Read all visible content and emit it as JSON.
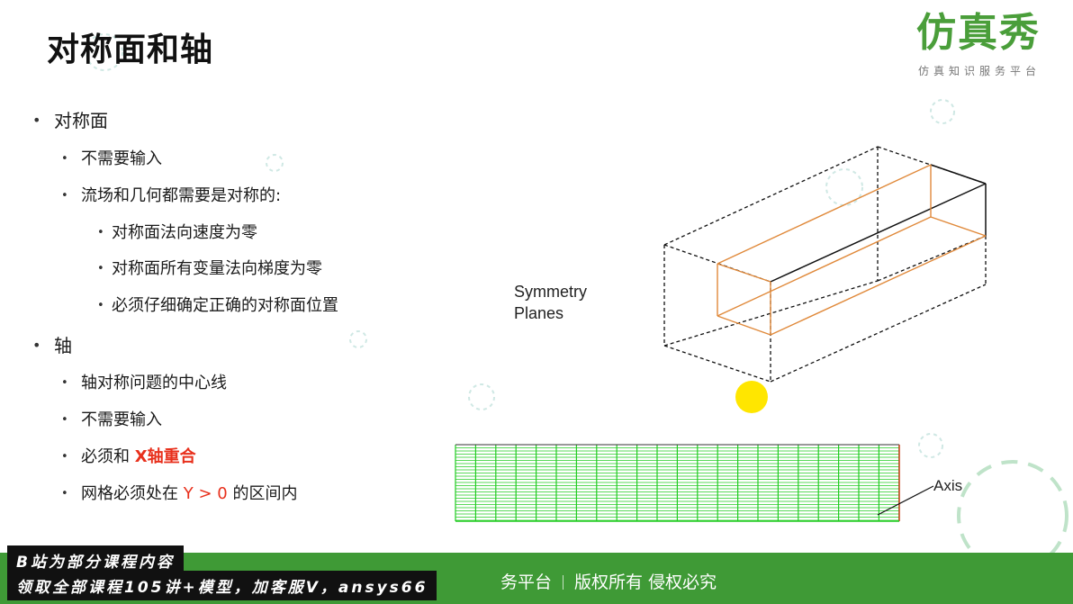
{
  "title": "对称面和轴",
  "logo": {
    "main": "仿真秀",
    "sub": "仿真知识服务平台"
  },
  "bullets": {
    "symmetry": {
      "label": "对称面",
      "no_input": "不需要输入",
      "must_symmetric": "流场和几何都需要是对称的:",
      "normal_velocity": "对称面法向速度为零",
      "normal_gradient": "对称面所有变量法向梯度为零",
      "location": "必须仔细确定正确的对称面位置"
    },
    "axis": {
      "label": "轴",
      "centerline": "轴对称问题的中心线",
      "no_input": "不需要输入",
      "coincide_prefix": "必须和 ",
      "coincide_highlight": "X轴重合",
      "grid_prefix": "网格必须处在 ",
      "grid_highlight": "Y > 0",
      "grid_suffix": " 的区间内"
    }
  },
  "diagram": {
    "symmetry_label_line1": "Symmetry",
    "symmetry_label_line2": "Planes",
    "axis_label": "Axis"
  },
  "footer": {
    "left": "务平台",
    "right": "版权所有 侵权必究"
  },
  "banner": {
    "line1": "B站为部分课程内容",
    "line2": "领取全部课程105讲+模型，加客服V，ansys66"
  },
  "colors": {
    "accent_green": "#3f9a36",
    "highlight_red": "#e8301c",
    "inner_box_orange": "#e0893a",
    "mesh_green": "#22cc22"
  },
  "bullet_glyph": "•"
}
